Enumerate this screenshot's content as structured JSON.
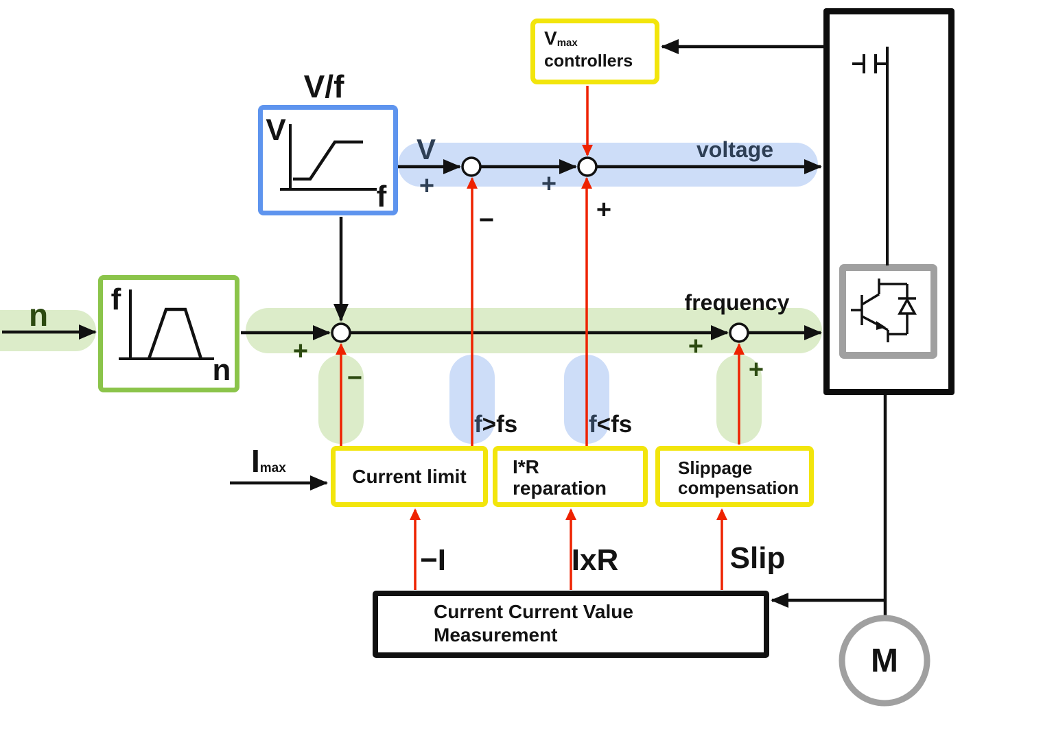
{
  "colors": {
    "box_yellow_border": "#f2e50c",
    "box_green_border": "#8bc44a",
    "box_blue_border": "#5e94ee",
    "band_green": "#dcecc9",
    "band_blue": "#cdddf8",
    "arrow_red": "#ee2200",
    "text_slate_blue": "#2e3f55",
    "text_dark_green": "#2c4a10",
    "inverter_gray": "#a0a0a0",
    "line_black": "#111111"
  },
  "input": {
    "n_label": "n"
  },
  "ramp_box": {
    "y_axis": "f",
    "x_axis": "n"
  },
  "vf_box": {
    "title": "V/f",
    "y_axis": "V",
    "x_axis": "f"
  },
  "signals": {
    "v_out": "V",
    "voltage": "voltage",
    "frequency": "frequency"
  },
  "vmax_box": {
    "symbol": "V",
    "subscript": "max",
    "line2": "controllers"
  },
  "signs": {
    "voltage_sum1_in": "+",
    "voltage_sum1_fb": "−",
    "voltage_sum2_in": "+",
    "voltage_sum2_fb": "+",
    "freq_sum1_in": "+",
    "freq_sum1_fb": "−",
    "freq_sum2_in": "+",
    "freq_sum2_fb": "+"
  },
  "thresholds": {
    "f_gt": {
      "f": "f",
      "rest": ">fs"
    },
    "f_lt": {
      "f": "f",
      "rest": "<fs"
    }
  },
  "imax": {
    "symbol": "I",
    "subscript": "max"
  },
  "blocks": {
    "current_limit": "Current limit",
    "ir_line1": "I*R",
    "ir_line2": "reparation",
    "slip_line1": "Slippage",
    "slip_line2": "compensation",
    "measure_line1": "Current Current Value",
    "measure_line2": "Measurement"
  },
  "feedback": {
    "neg_i": "−I",
    "ixr": "IxR",
    "slip": "Slip"
  },
  "motor": {
    "label": "M"
  }
}
